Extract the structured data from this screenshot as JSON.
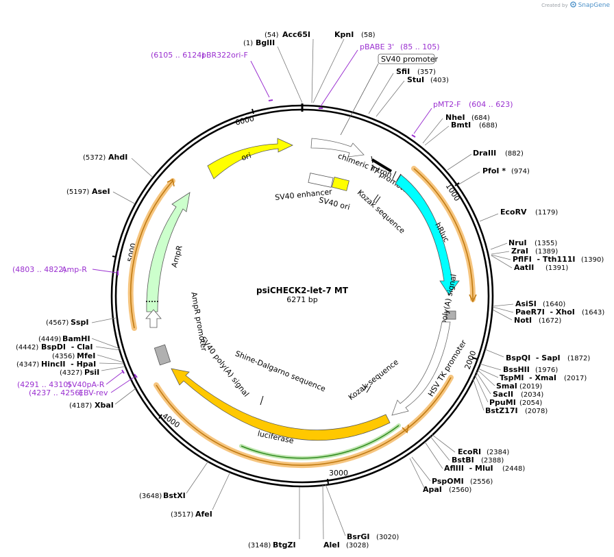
{
  "watermark": {
    "created_by": "Created by",
    "brand": "SnapGene"
  },
  "plasmid": {
    "name": "psiCHECK2-let-7 MT",
    "size_label": "6271 bp",
    "length": 6271
  },
  "colors": {
    "ori": "#ffff00",
    "hRluc": "#00ffff",
    "luciferase": "#ffc800",
    "AmpR": "#ccffcc",
    "yellow_box": "#ffff00",
    "gray_box": "#b0b0b0",
    "outline": "#000000",
    "primer": "#9a2fd0",
    "orange_glow": "#f6c57f",
    "orange_line": "#c07a10",
    "green_line": "#2f8a1e"
  },
  "ticks": [
    "1000",
    "2000",
    "3000",
    "4000",
    "5000",
    "6000"
  ],
  "enzymes": [
    {
      "name": "BglII",
      "pos": "(1)"
    },
    {
      "name": "Acc65I",
      "pos": "(54)"
    },
    {
      "name": "KpnI",
      "pos": "(58)"
    },
    {
      "name": "SfiI",
      "pos": "(357)"
    },
    {
      "name": "StuI",
      "pos": "(403)"
    },
    {
      "name": "NheI",
      "pos": "(684)"
    },
    {
      "name": "BmtI",
      "pos": "(688)"
    },
    {
      "name": "DraIII",
      "pos": "(882)"
    },
    {
      "name": "PfoI *",
      "pos": "(974)"
    },
    {
      "name": "EcoRV",
      "pos": "(1179)"
    },
    {
      "name": "NruI",
      "pos": "(1355)"
    },
    {
      "name": "ZraI",
      "pos": "(1389)"
    },
    {
      "name": "PflFI  - Tth111I",
      "pos": "(1390)"
    },
    {
      "name": "AatII",
      "pos": "(1391)"
    },
    {
      "name": "AsiSI",
      "pos": "(1640)"
    },
    {
      "name": "PaeR7I  - XhoI",
      "pos": "(1643)"
    },
    {
      "name": "NotI",
      "pos": "(1672)"
    },
    {
      "name": "BspQI  - SapI",
      "pos": "(1872)"
    },
    {
      "name": "BssHII",
      "pos": "(1976)"
    },
    {
      "name": "TspMI  - XmaI",
      "pos": "(2017)"
    },
    {
      "name": "SmaI",
      "pos": "(2019)"
    },
    {
      "name": "SacII",
      "pos": "(2034)"
    },
    {
      "name": "PpuMI",
      "pos": "(2054)"
    },
    {
      "name": "BstZ17I",
      "pos": "(2078)"
    },
    {
      "name": "EcoRI",
      "pos": "(2384)"
    },
    {
      "name": "BstBI",
      "pos": "(2388)"
    },
    {
      "name": "AflIII  - MluI",
      "pos": "(2448)"
    },
    {
      "name": "PspOMI",
      "pos": "(2556)"
    },
    {
      "name": "ApaI",
      "pos": "(2560)"
    },
    {
      "name": "BsrGI",
      "pos": "(3020)"
    },
    {
      "name": "AleI",
      "pos": "(3028)"
    },
    {
      "name": "BtgZI",
      "pos": "(3148)"
    },
    {
      "name": "AfeI",
      "pos": "(3517)"
    },
    {
      "name": "BstXI",
      "pos": "(3648)"
    },
    {
      "name": "XbaI",
      "pos": "(4187)"
    },
    {
      "name": "PsiI",
      "pos": "(4327)"
    },
    {
      "name": "HincII  - HpaI",
      "pos": "(4347)"
    },
    {
      "name": "MfeI",
      "pos": "(4356)"
    },
    {
      "name": "BspDI  - ClaI",
      "pos": "(4442)"
    },
    {
      "name": "BamHI",
      "pos": "(4449)"
    },
    {
      "name": "SspI",
      "pos": "(4567)"
    },
    {
      "name": "AseI",
      "pos": "(5197)"
    },
    {
      "name": "AhdI",
      "pos": "(5372)"
    }
  ],
  "primers": [
    {
      "name": "pBR322ori-F",
      "range": "(6105 .. 6124)"
    },
    {
      "name": "pBABE 3'",
      "range": "(85 .. 105)"
    },
    {
      "name": "pMT2-F",
      "range": "(604 .. 623)"
    },
    {
      "name": "Amp-R",
      "range": "(4803 .. 4822)"
    },
    {
      "name": "SV40pA-R",
      "range": "(4291 .. 4310)"
    },
    {
      "name": "EBV-rev",
      "range": "(4237 .. 4256)"
    }
  ],
  "features": {
    "ori": "ori",
    "chimeric_intron": "chimeric intron",
    "t7_promoter": "T7 promoter",
    "sv40_promoter": "SV40 promoter",
    "hRluc": "hRluc",
    "polyA_signal": "poly(A) signal",
    "hsv_tk_promoter": "HSV TK promoter",
    "sv40_enhancer": "SV40 enhancer",
    "sv40_ori": "SV40 ori",
    "kozak_1": "Kozak sequence",
    "kozak_2": "Kozak sequence",
    "shine_dalgarno": "Shine-Dalgarno sequence",
    "luciferase": "luciferase",
    "sv40_polyA_signal": "SV40 poly(A) signal",
    "ampR": "AmpR",
    "ampR_promoter": "AmpR promoter"
  }
}
